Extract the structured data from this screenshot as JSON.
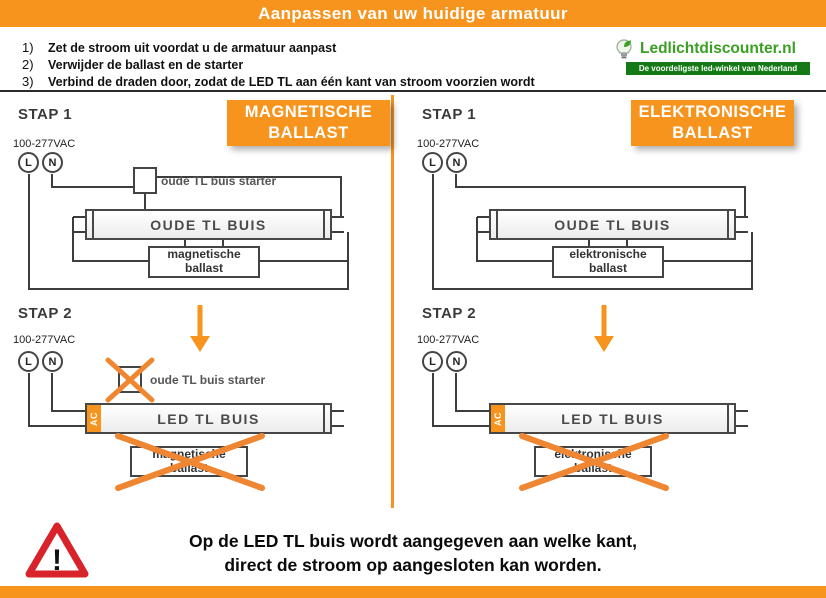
{
  "header": {
    "title": "Aanpassen van uw huidige armatuur"
  },
  "instructions": [
    {
      "num": "1)",
      "text": "Zet de stroom uit voordat u de armatuur aanpast"
    },
    {
      "num": "2)",
      "text": "Verwijder de ballast en de starter"
    },
    {
      "num": "3)",
      "text": "Verbind de draden door, zodat de LED TL aan één kant van stroom voorzien wordt"
    }
  ],
  "logo": {
    "name": "Ledlichtdiscounter.nl",
    "tagline": "De voordeligste led-winkel van Nederland"
  },
  "columns": {
    "left": {
      "badge": "MAGNETISCHE BALLAST",
      "step1_label": "STAP 1",
      "step2_label": "STAP 2",
      "voltage": "100-277VAC",
      "terminal_l": "L",
      "terminal_n": "N",
      "starter_label": "oude TL buis starter",
      "old_tube_label": "OUDE TL BUIS",
      "led_tube_label": "LED TL BUIS",
      "led_ac_label": "AC",
      "ballast_label": "magnetische ballast"
    },
    "right": {
      "badge": "ELEKTRONISCHE BALLAST",
      "step1_label": "STAP 1",
      "step2_label": "STAP 2",
      "voltage": "100-277VAC",
      "terminal_l": "L",
      "terminal_n": "N",
      "old_tube_label": "OUDE TL BUIS",
      "led_tube_label": "LED TL BUIS",
      "led_ac_label": "AC",
      "ballast_label": "elektronische ballast"
    }
  },
  "footer": {
    "line1": "Op de LED TL buis wordt aangegeven aan welke kant,",
    "line2": "direct de stroom op aangesloten kan worden."
  },
  "colors": {
    "orange": "#F7941D",
    "cross_orange": "#EF8632",
    "logo_green": "#3AA021",
    "tagline_green": "#157A15",
    "warning_red": "#D8232A"
  }
}
